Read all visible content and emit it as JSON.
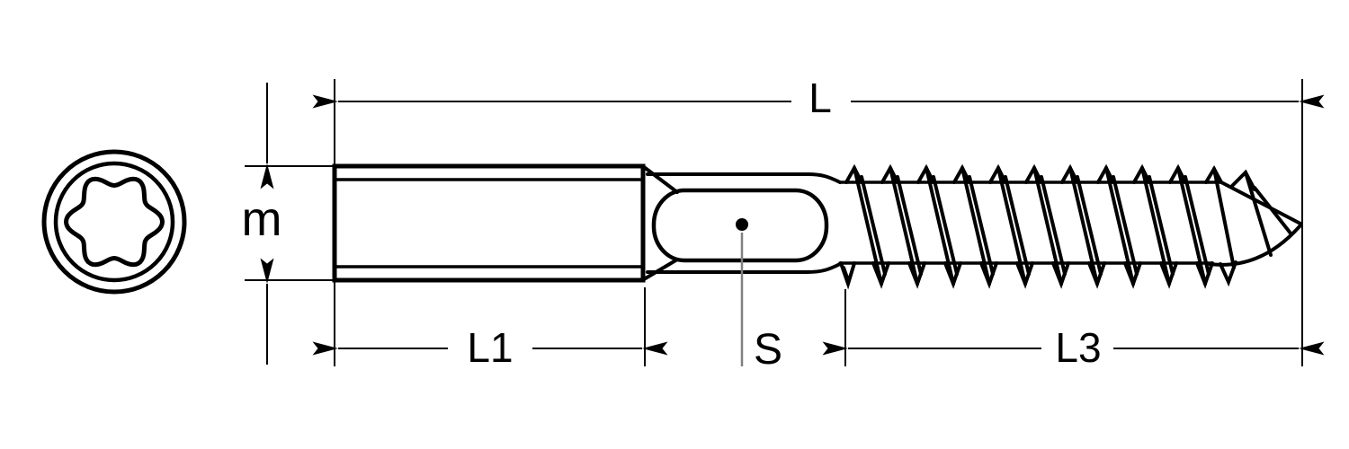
{
  "diagram": {
    "kind": "hanger-bolt-dimension-drawing"
  },
  "labels": {
    "total_length": "L",
    "machine_thread_length": "L1",
    "wood_thread_length": "L3",
    "drive_size": "S",
    "diameter": "m"
  },
  "colors": {
    "line": "#000000",
    "leader_line": "#808080",
    "background": "#ffffff"
  }
}
